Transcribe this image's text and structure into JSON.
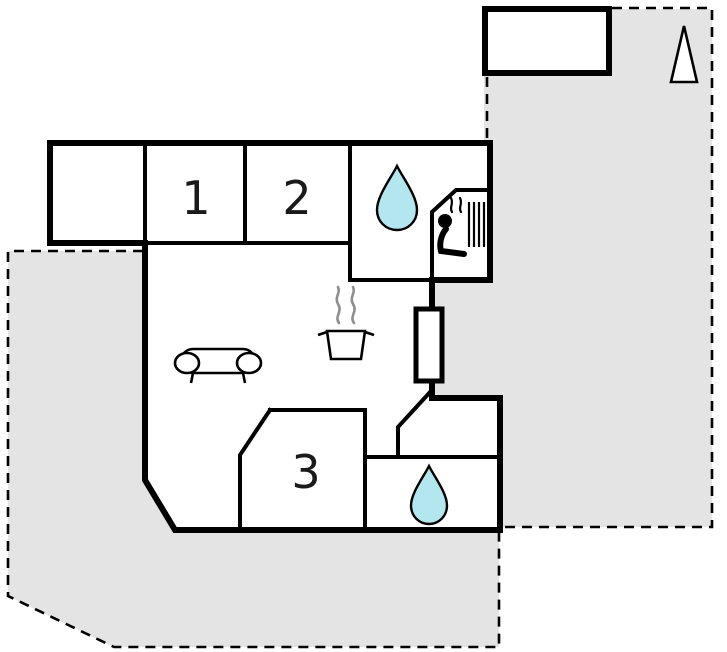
{
  "plan": {
    "type": "floor-plan",
    "rooms": [
      {
        "label": "1"
      },
      {
        "label": "2"
      },
      {
        "label": "3"
      }
    ],
    "colors": {
      "terrace_fill": "#e4e4e4",
      "water_drop": "#b4e6f0",
      "wall": "#000000"
    },
    "icons": {
      "north_arrow": "north-arrow-icon",
      "water_drop_top_bathroom": "water-drop-icon",
      "water_drop_bottom_bathroom": "water-drop-icon",
      "sauna": "sauna-icon",
      "sofa": "sofa-icon",
      "cooking_pot": "cooking-pot-icon",
      "fireplace": "fireplace-icon"
    }
  }
}
